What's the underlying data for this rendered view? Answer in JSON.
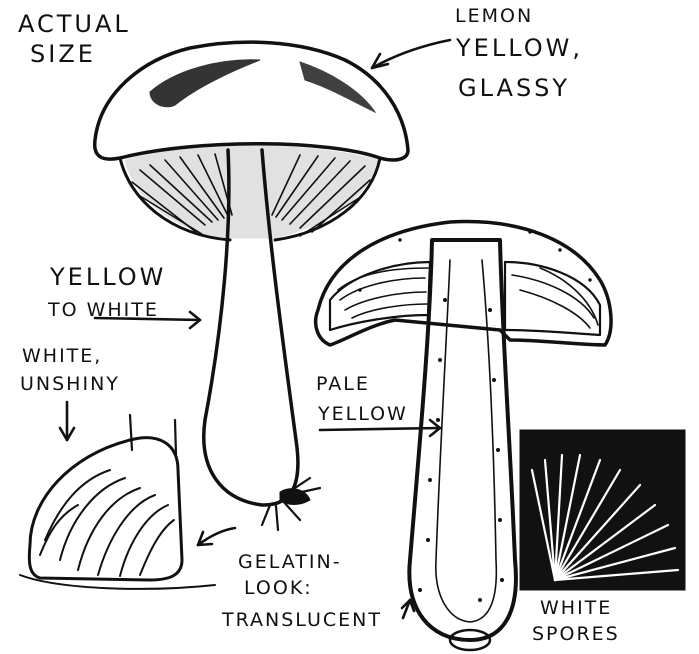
{
  "labels": {
    "actual_line1": "ACTUAL",
    "actual_line2": "SIZE",
    "cap_line1": "LEMON",
    "cap_line2": "YELLOW,",
    "cap_line3": "GLASSY",
    "stem_line1": "YELLOW",
    "stem_line2": "TO WHITE",
    "gills_line1": "WHITE,",
    "gills_line2": "UNSHINY",
    "flesh_line1": "PALE",
    "flesh_line2": "YELLOW",
    "gel_line1": "GELATIN-",
    "gel_line2": "LOOK:",
    "translucent": "TRANSLUCENT",
    "spores_line1": "WHITE",
    "spores_line2": "SPORES"
  },
  "icons": {
    "arrow": "hand-drawn-arrow-icon"
  },
  "colors": {
    "ink": "#111111",
    "paper": "#ffffff"
  }
}
